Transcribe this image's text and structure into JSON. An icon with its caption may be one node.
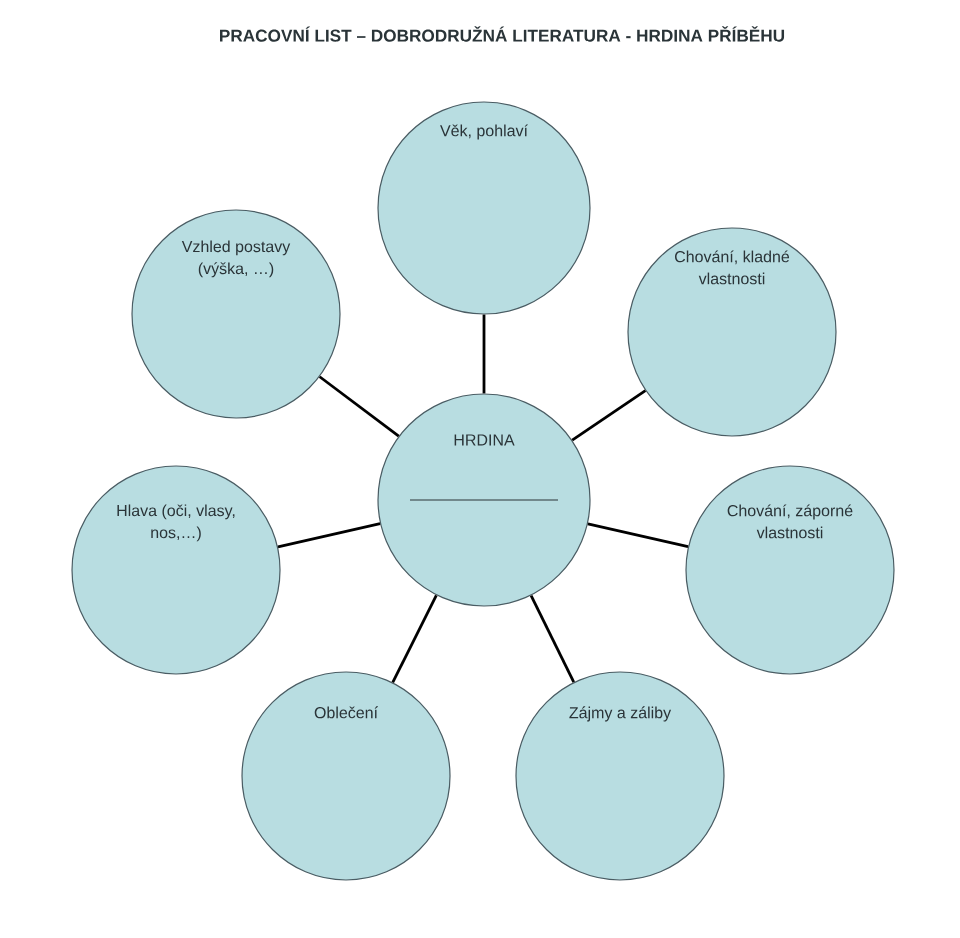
{
  "diagram": {
    "title": "PRACOVNÍ LIST – DOBRODRUŽNÁ LITERATURA - HRDINA PŘÍBĚHU",
    "nodes": [
      {
        "text": [
          "Věk, pohlaví"
        ]
      },
      {
        "text": [
          "Vzhled postavy (výška, …)"
        ]
      },
      {
        "text": [
          "Chování, kladné vlastnosti"
        ]
      },
      {
        "text": [
          "HRDINA"
        ]
      },
      {
        "text": [
          "Hlava (oči, vlasy, nos,…)"
        ]
      },
      {
        "text": [
          "Chování, záporné vlastnosti"
        ]
      },
      {
        "text": [
          "Oblečení"
        ]
      },
      {
        "text": [
          "Zájmy a záliby"
        ]
      }
    ],
    "edges": [
      {
        "from": 3,
        "to": 0,
        "arrow": "none"
      },
      {
        "from": 3,
        "to": 1,
        "arrow": "none"
      },
      {
        "from": 3,
        "to": 2,
        "arrow": "none"
      },
      {
        "from": 3,
        "to": 4,
        "arrow": "none"
      },
      {
        "from": 3,
        "to": 5,
        "arrow": "none"
      },
      {
        "from": 3,
        "to": 6,
        "arrow": "none"
      },
      {
        "from": 3,
        "to": 7,
        "arrow": "none"
      }
    ]
  }
}
